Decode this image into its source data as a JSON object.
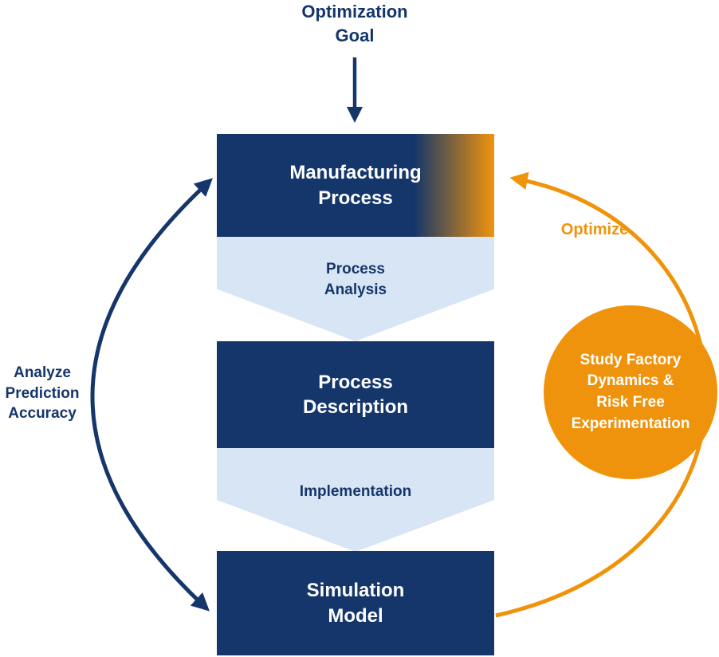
{
  "colors": {
    "navy": "#14366b",
    "orange": "#f0930c",
    "light_blue": "#d7e5f4",
    "white": "#ffffff"
  },
  "goal": {
    "label": "Optimization\nGoal"
  },
  "boxes": [
    {
      "label": "Manufacturing\nProcess"
    },
    {
      "label": "Process\nDescription"
    },
    {
      "label": "Simulation\nModel"
    }
  ],
  "connectors": [
    {
      "label": "Process\nAnalysis"
    },
    {
      "label": "Implementation"
    }
  ],
  "feedback_loop": {
    "label": "Analyze\nPrediction\nAccuracy"
  },
  "optimize_loop": {
    "label": "Optimize",
    "circle_label": "Study Factory\nDynamics &\nRisk Free\nExperimentation"
  }
}
